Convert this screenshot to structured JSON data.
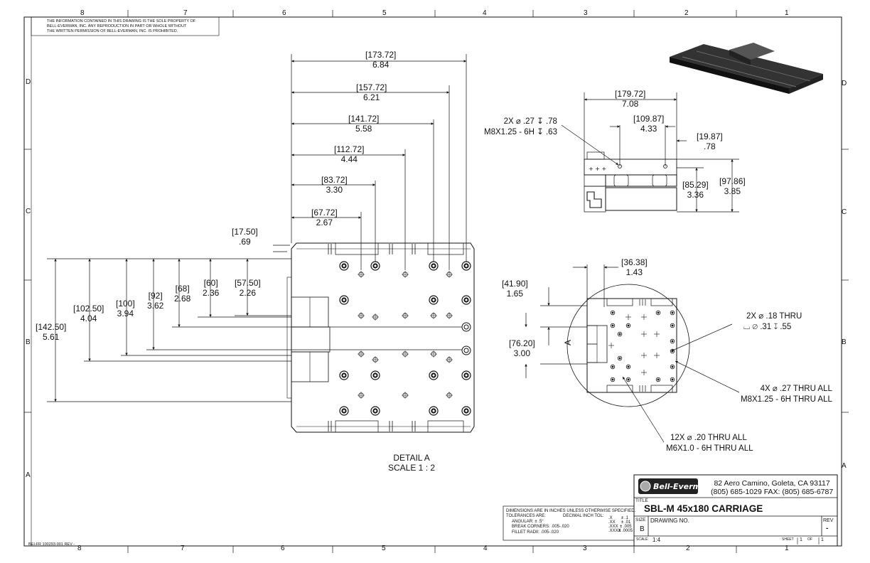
{
  "copyright_notice": [
    "THE INFORMATION CONTAINED IN THIS DRAWING IS THE SOLE PROPERTY OF",
    "BELL-EVERMAN, INC. ANY REPRODUCTION IN PART OR WHOLE WITHOUT",
    "THE WRITTEN PERMISSION OF BELL-EVERMAN, INC. IS PROHIBITED."
  ],
  "zones": {
    "columns_top": [
      "8",
      "7",
      "6",
      "5",
      "4",
      "3",
      "2",
      "1"
    ],
    "columns_bottom": [
      "8",
      "7",
      "6",
      "5",
      "4",
      "3",
      "2",
      "1"
    ],
    "rows_left": [
      "D",
      "C",
      "B",
      "A"
    ],
    "rows_right": [
      "D",
      "C",
      "B",
      "A"
    ]
  },
  "top_dims": [
    {
      "mm": "[173.72]",
      "in": "6.84"
    },
    {
      "mm": "[157.72]",
      "in": "6.21"
    },
    {
      "mm": "[141.72]",
      "in": "5.58"
    },
    {
      "mm": "[112.72]",
      "in": "4.44"
    },
    {
      "mm": "[83.72]",
      "in": "3.30"
    },
    {
      "mm": "[67.72]",
      "in": "2.67"
    },
    {
      "mm": "[17.50]",
      "in": ".69"
    }
  ],
  "left_dims": [
    {
      "mm": "[142.50]",
      "in": "5.61"
    },
    {
      "mm": "[102.50]",
      "in": "4.04"
    },
    {
      "mm": "[100]",
      "in": "3.94"
    },
    {
      "mm": "[92]",
      "in": "3.62"
    },
    {
      "mm": "[68]",
      "in": "2.68"
    },
    {
      "mm": "[60]",
      "in": "2.36"
    },
    {
      "mm": "[57.50]",
      "in": "2.26"
    }
  ],
  "side_dims": [
    {
      "mm": "[179.72]",
      "in": "7.08"
    },
    {
      "mm": "[109.87]",
      "in": "4.33"
    },
    {
      "mm": "[19.87]",
      "in": ".78"
    },
    {
      "mm": "[85.29]",
      "in": "3.36"
    },
    {
      "mm": "[97.86]",
      "in": "3.85"
    }
  ],
  "side_callout": [
    "2X ⌀ .27 ↧ .78",
    "M8X1.25 - 6H ↧ .63"
  ],
  "plan_dims": [
    {
      "mm": "[36.38]",
      "in": "1.43"
    },
    {
      "mm": "[41.90]",
      "in": "1.65"
    },
    {
      "mm": "[76.20]",
      "in": "3.00"
    }
  ],
  "plan_label": "A",
  "plan_callouts": {
    "thru_18": [
      "2X ⌀ .18 THRU",
      "⌴ ⌀ .31 ↧ .55"
    ],
    "thru_27": [
      "4X ⌀ .27 THRU ALL",
      "M8X1.25 - 6H THRU ALL"
    ],
    "thru_20": [
      "12X ⌀ .20 THRU ALL",
      "M6X1.0 - 6H THRU ALL"
    ]
  },
  "detail": {
    "title": "DETAIL A",
    "scale": "SCALE 1 : 2"
  },
  "title_block": {
    "logo_text": "Bell-Everman",
    "address": "82 Aero Camino, Goleta, CA 93117",
    "phone": "(805) 685-1029 FAX: (805) 685-6787",
    "title_label": "TITLE",
    "title": "SBL-M 45x180 CARRIAGE",
    "size_label": "SIZE",
    "size": "B",
    "dwg_label": "DRAWING NO.",
    "rev_label": "REV",
    "rev": "-",
    "scale_label": "SCALE:",
    "scale": "1:4",
    "sheet_label": "SHEET",
    "sheet": "1",
    "of_label": "OF",
    "of": "1"
  },
  "tolerances": {
    "line1": "DIMENSIONS ARE IN INCHES UNLESS OTHERWISE SPECIFIED.",
    "line2": "TOLERANCES ARE:",
    "decimal": "DECIMAL INCH TOL:",
    "angular": "ANGULAR: ± .5°",
    "break": "BREAK CORNERS: .005-.020",
    "fillet": "FILLET RADII: .005-.020",
    "x": ".X",
    "xx": ".XX",
    "xxx": ".XXX",
    "xxxx": ".XXXX",
    "tx": "± .1",
    "txx": "± .01",
    "txxx": "± .005",
    "txxxx": "± .0005"
  },
  "form_number": "BEI-FR 100293-001 REV -"
}
